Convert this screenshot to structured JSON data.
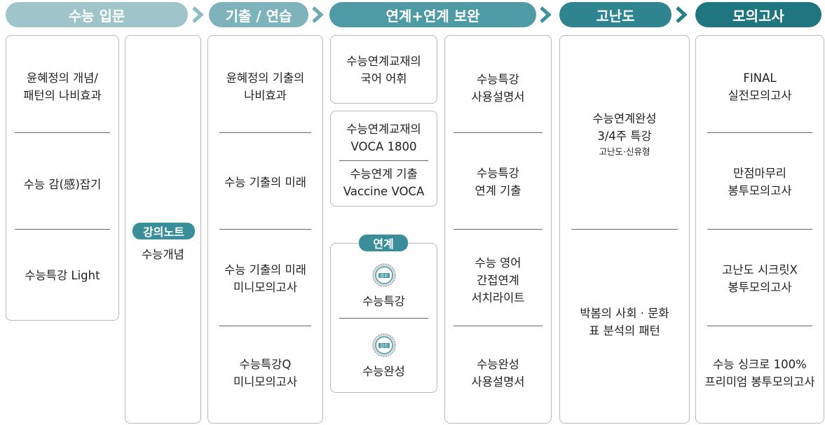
{
  "colors": {
    "stage1": "#9fc5cb",
    "stage2": "#7fb3bc",
    "stage3": "#4e9aa5",
    "stage4": "#2e8590",
    "stage5": "#1f7680",
    "pill": "#3a8e99",
    "border": "#b9b9b9"
  },
  "stages": [
    "수능 입문",
    "기출 / 연습",
    "연계+연계 보완",
    "고난도",
    "모의고사"
  ],
  "col1": [
    "윤혜정의 개념/\n패턴의 나비효과",
    "수능 감(感)잡기",
    "수능특강 Light"
  ],
  "col2": {
    "badge": "강의노트",
    "item": "수능개념"
  },
  "col3": [
    "윤혜정의 기출의\n나비효과",
    "수능 기출의 미래",
    "수능 기출의 미래\n미니모의고사",
    "수능특강Q\n미니모의고사"
  ],
  "col4": {
    "box1": "수능연계교재의\n국어 어휘",
    "box2a": "수능연계교재의\nVOCA 1800",
    "box2b": "수능연계 기출\nVaccine VOCA",
    "box3_badge": "연계",
    "seal_text": "감수",
    "box3_items": [
      "수능특강",
      "수능완성"
    ]
  },
  "col5": [
    "수능특강\n사용설명서",
    "수능특강\n연계 기출",
    "수능 영어\n간접연계\n서치라이트",
    "수능완성\n사용설명서"
  ],
  "col6": {
    "item1": "수능연계완성\n3/4주 특강",
    "item1_sub": "고난도·신유형",
    "item2": "박봄의 사회 · 문화\n표 분석의 패턴"
  },
  "col7": [
    "FINAL\n실전모의고사",
    "만점마무리\n봉투모의고사",
    "고난도 시크릿X\n봉투모의고사",
    "수능 싱크로 100%\n프리미엄 봉투모의고사"
  ]
}
